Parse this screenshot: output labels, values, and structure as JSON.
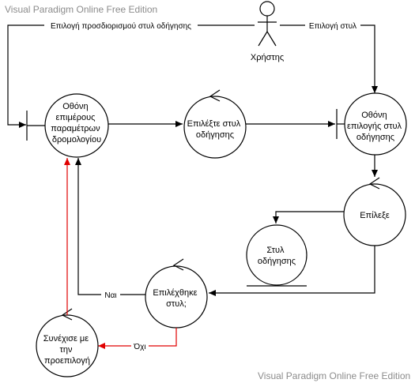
{
  "watermarks": {
    "top": "Visual Paradigm Online Free Edition",
    "bottom": "Visual Paradigm Online Free Edition"
  },
  "actor": {
    "label": "Χρήστης"
  },
  "nodes": {
    "boundary_params": [
      "Οθόνη",
      "επιμέρους",
      "παραμέτρων",
      "δρομολογίου"
    ],
    "control_select_style": [
      "Επιλέξτε στυλ",
      "οδήγησης"
    ],
    "boundary_style_screen": [
      "Οθόνη",
      "επιλογής στυλ",
      "οδήγησης"
    ],
    "control_choose": [
      "Επίλεξε"
    ],
    "entity_style": [
      "Στυλ",
      "οδήγησης"
    ],
    "control_chosen": [
      "Επιλέχθηκε",
      "στυλ;"
    ],
    "control_continue": [
      "Συνέχισε με",
      "την",
      "προεπιλογή"
    ]
  },
  "edges": {
    "actor_to_params": "Επιλογή προσδιορισμού στυλ οδήγησης",
    "actor_to_style_screen": "Επιλογή στυλ",
    "yes": "Ναι",
    "no": "Όχι"
  },
  "colors": {
    "line": "#000000",
    "highlight": "#e00000",
    "watermark": "#8c8c8c"
  }
}
